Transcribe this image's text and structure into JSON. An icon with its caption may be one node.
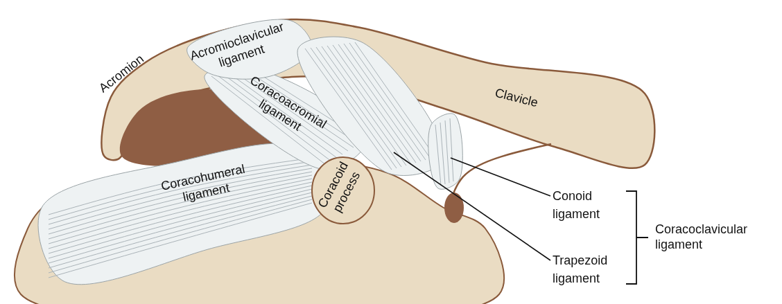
{
  "diagram": {
    "nodes": [
      {
        "text": [
          "Conoid ligament"
        ]
      },
      {
        "text": [
          "Trapezoid ligament"
        ]
      }
    ],
    "edges": [
      {
        "from": 0,
        "to": null,
        "arrow": "none"
      },
      {
        "from": 1,
        "to": null,
        "arrow": "none"
      }
    ],
    "labels": [
      "Acromion",
      "Acromioclavicular ligament",
      "Coracoacromial ligament",
      "Clavicle",
      "Coracohumeral ligament",
      "Coracoid process",
      "Coracoclavicular ligament"
    ]
  }
}
